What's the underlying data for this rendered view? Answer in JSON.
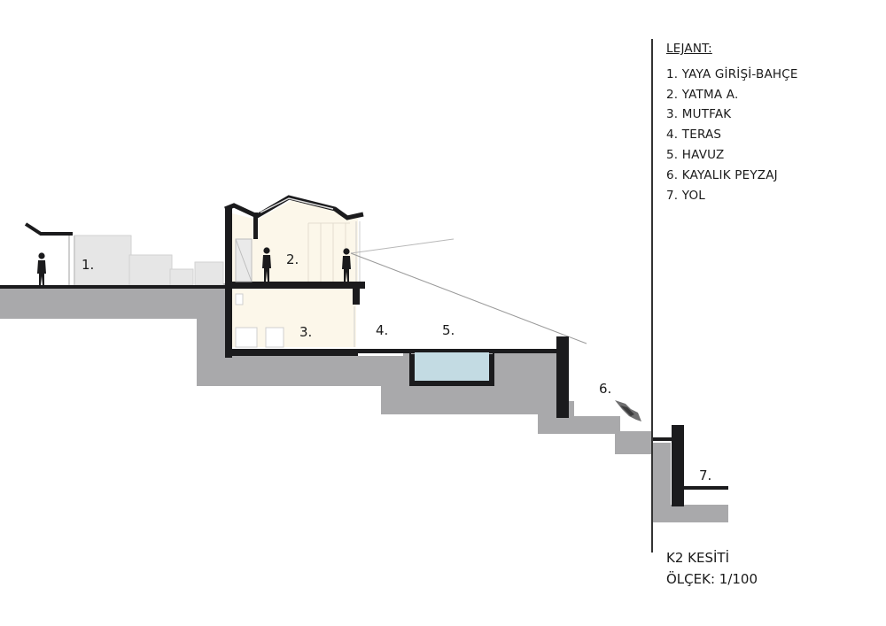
{
  "legend": {
    "title": "LEJANT:",
    "items": [
      "1. YAYA GİRİŞİ-BAHÇE",
      "2. YATMA A.",
      "3. MUTFAK",
      "4. TERAS",
      "5. HAVUZ",
      "6. KAYALIK PEYZAJ",
      "7. YOL"
    ]
  },
  "section_labels": [
    "1.",
    "2.",
    "3.",
    "4.",
    "5.",
    "6.",
    "7."
  ],
  "caption": {
    "title": "K2 KESİTİ",
    "scale": "ÖLÇEK: 1/100"
  },
  "colors": {
    "ground": "#a9a9ab",
    "wall": "#1b1b1d",
    "interior": "#fcf7ea",
    "pool_water": "#c3dbe3",
    "outline_light": "#dcdcdc"
  }
}
